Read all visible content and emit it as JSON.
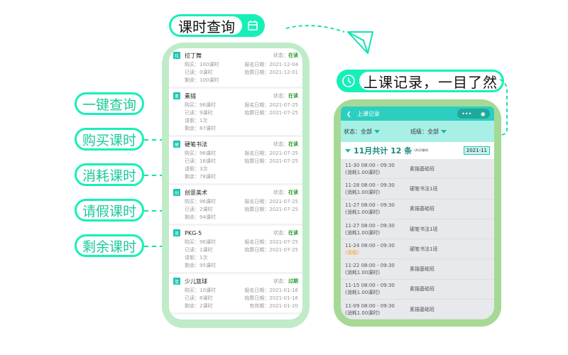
{
  "top_title": "课时查询",
  "right_title": "上课记录，一目了然",
  "labels": [
    "一键查询",
    "购买课时",
    "消耗课时",
    "请假课时",
    "剩余课时"
  ],
  "status_label": "状态：",
  "courses": [
    {
      "badge": "拉",
      "name": "拉丁舞",
      "status": "在读",
      "left": [
        "购买：100课时",
        "已读：0课时",
        "剩余：100课时"
      ],
      "right": [
        "报名日期：2021-12-04",
        "始算日期：2021-12-01"
      ]
    },
    {
      "badge": "素",
      "name": "素描",
      "status": "在读",
      "left": [
        "购买：96课时",
        "已读：9课时",
        "请假：1次",
        "剩余：87课时"
      ],
      "right": [
        "报名日期：2021-07-25",
        "始算日期：2021-07-25"
      ]
    },
    {
      "badge": "硬",
      "name": "硬笔书法",
      "status": "在读",
      "left": [
        "购买：96课时",
        "已读：18课时",
        "请假：3次",
        "剩余：78课时"
      ],
      "right": [
        "报名日期：2021-07-25",
        "始算日期：2021-07-25"
      ]
    },
    {
      "badge": "创",
      "name": "创意美术",
      "status": "在读",
      "left": [
        "购买：96课时",
        "已读：2课时",
        "剩余：94课时"
      ],
      "right": [
        "报名日期：2021-07-25",
        "始算日期：2021-07-25"
      ]
    },
    {
      "badge": "英",
      "name": "PKG-5",
      "status": "在读",
      "left": [
        "购买：96课时",
        "已读：1课时",
        "请假：1次",
        "剩余：95课时"
      ],
      "right": [
        "报名日期：2021-07-25",
        "始算日期：2021-07-25"
      ]
    },
    {
      "badge": "篮",
      "name": "少儿篮球",
      "status": "过期",
      "left": [
        "购买：10课时",
        "已读：8课时",
        "剩余：2课时"
      ],
      "right": [
        "报名日期：2021-01-16",
        "始算日期：2021-01-16",
        "有效期：2021-01-20"
      ]
    }
  ],
  "records_app": {
    "nav_title": "上课记录",
    "filter_status": "状态：全部",
    "filter_class": "班级：全部",
    "month_title": "11月共计 12 条",
    "month_sub": "(共12课时)",
    "month_picker": "2021-11",
    "records": [
      {
        "time": "11-30 08:00 - 09:30",
        "note": "(消耗1.00课时)",
        "cls": "素描基础班"
      },
      {
        "time": "11-28 08:00 - 09:30",
        "note": "(消耗1.00课时)",
        "cls": "硬笔书法1班"
      },
      {
        "time": "11-27 08:00 - 09:30",
        "note": "(消耗1.00课时)",
        "cls": "素描基础班"
      },
      {
        "time": "11-27 08:00 - 09:30",
        "note": "(消耗1.00课时)",
        "cls": "硬笔书法1班"
      },
      {
        "time": "11-24 08:00 - 09:30",
        "note": "(请假)",
        "cls": "硬笔书法1班",
        "leave": true
      },
      {
        "time": "11-22 08:00 - 09:30",
        "note": "(消耗1.00课时)",
        "cls": "素描基础班"
      },
      {
        "time": "11-15 08:00 - 09:30",
        "note": "(消耗1.00课时)",
        "cls": "素描基础班"
      },
      {
        "time": "11-09 08:00 - 09:30",
        "note": "(消耗1.00课时)",
        "cls": "素描基础班"
      }
    ]
  },
  "colors": {
    "accent": "#16f0b8",
    "status_active": "#2c9a2c",
    "leave": "#f0a020",
    "nav": "#2ccfbf"
  }
}
